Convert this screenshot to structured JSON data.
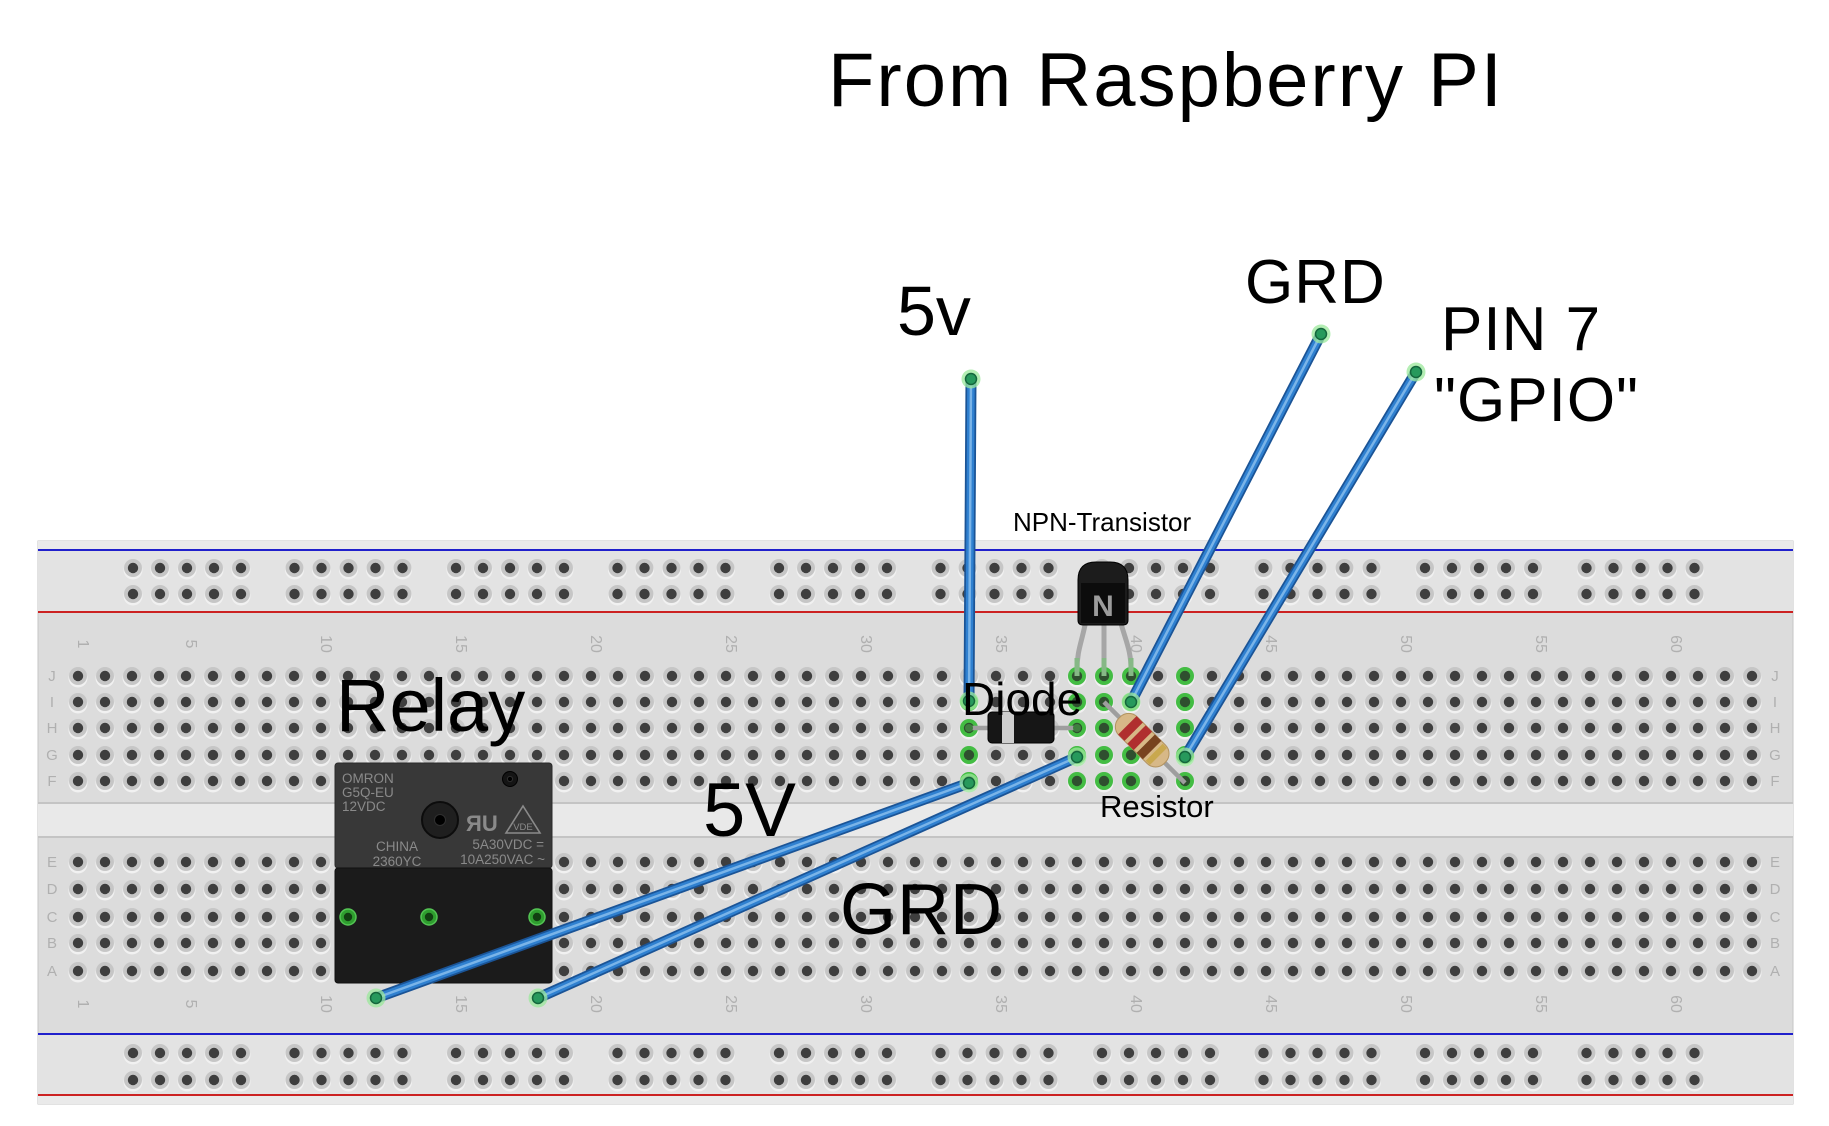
{
  "title": "From Raspberry PI",
  "wire_labels": {
    "top_5v": "5v",
    "top_grd": "GRD",
    "pin7_line1": "PIN 7",
    "pin7_line2": "\"GPIO\"",
    "bottom_5v": "5V",
    "bottom_grd": "GRD"
  },
  "component_labels": {
    "transistor": "NPN-Transistor",
    "diode": "Diode",
    "resistor": "Resistor",
    "relay": "Relay"
  },
  "transistor": {
    "body_letter": "N"
  },
  "relay": {
    "brand": "OMRON",
    "model": "G5Q-EU",
    "coil_voltage": "12VDC",
    "origin": "CHINA",
    "batch": "2360YC",
    "dc_rating": "5A30VDC =",
    "ac_rating": "10A250VAC ~",
    "ul_mark": "ЯU",
    "vde_mark": "VDE"
  },
  "breadboard": {
    "row_letters_top": [
      "J",
      "I",
      "H",
      "G",
      "F"
    ],
    "row_letters_bottom": [
      "E",
      "D",
      "C",
      "B",
      "A"
    ],
    "column_numbers": [
      1,
      5,
      10,
      15,
      20,
      25,
      30,
      35,
      40,
      45,
      50,
      55,
      60
    ]
  },
  "colors": {
    "board_gray": "#dcdcdc",
    "board_rail_strip": "#e3e3e3",
    "board_edge_strip": "#eaeaea",
    "channel_gray": "#e9e9e9",
    "rail_line_blue": "#2020cc",
    "rail_line_red": "#cc2222",
    "hole_ring": "#c6c6c6",
    "hole_dark": "#3e3e3e",
    "connection_green": "#43bd43",
    "connection_green_dark": "#2f4f2f",
    "wire_blue_dark": "#1b5496",
    "wire_blue": "#2f80d0",
    "wire_blue_light": "#7ab4e8",
    "tip_green": "#27995c",
    "tip_glow": "#9be89b",
    "lead_gray": "#9e9e9e"
  }
}
